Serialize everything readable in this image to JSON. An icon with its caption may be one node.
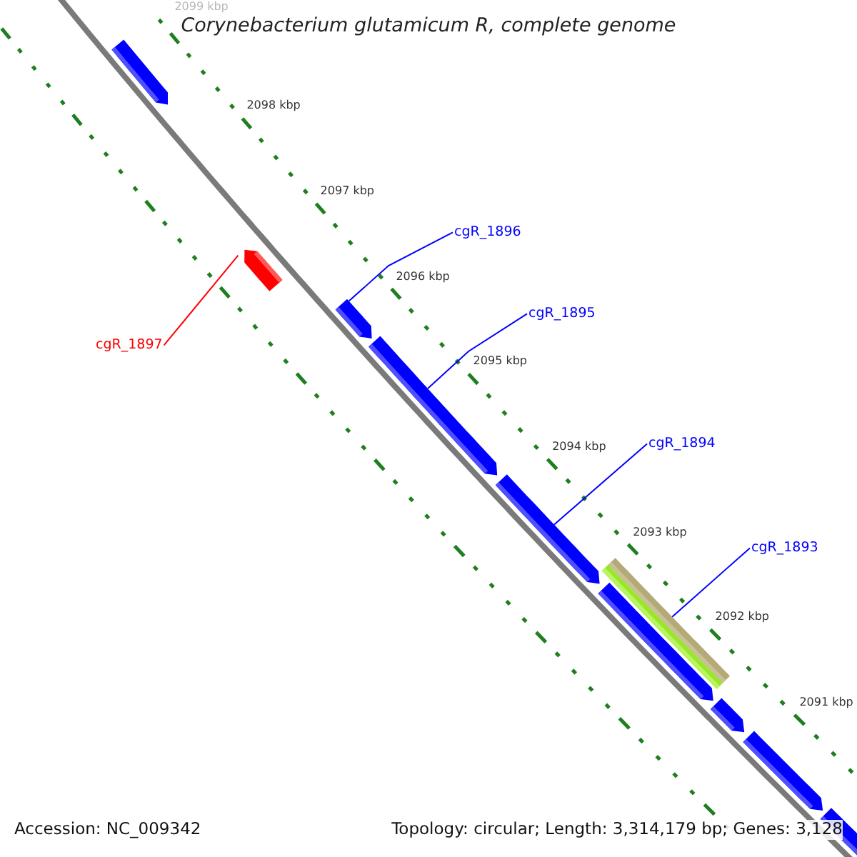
{
  "diagram": {
    "title": "Corynebacterium glutamicum R, complete genome",
    "nodes": [
      {
        "text": [],
        "shape": "pentagon"
      },
      {
        "text": [],
        "shape": "pentagon"
      },
      {
        "text": [
          "cgR_1897"
        ]
      },
      {
        "text": [
          "cgR_1896"
        ]
      },
      {
        "text": [],
        "shape": "pentagon"
      },
      {
        "text": [
          "cgR_1895"
        ]
      },
      {
        "text": [],
        "shape": "pentagon"
      },
      {
        "text": [
          "cgR_1894"
        ]
      },
      {
        "text": [],
        "shape": "pentagon"
      },
      {
        "text": [
          "cgR_1893"
        ]
      },
      {
        "text": [],
        "shape": "bar"
      },
      {
        "text": [],
        "shape": "bar"
      },
      {
        "text": [],
        "shape": "pentagon"
      },
      {
        "text": [],
        "shape": "pentagon"
      },
      {
        "text": [],
        "shape": "pentagon"
      },
      {
        "text": [],
        "shape": "pentagon"
      }
    ],
    "edges": [
      {
        "from": 2,
        "to": 1,
        "arrow": "none",
        "color": "#ff0000"
      },
      {
        "from": 3,
        "to": 4,
        "arrow": "none"
      },
      {
        "from": 5,
        "to": 6,
        "arrow": "none"
      },
      {
        "from": 7,
        "to": 8,
        "arrow": "none"
      },
      {
        "from": 9,
        "to": 10,
        "arrow": "none"
      }
    ],
    "labels": [
      "2099 kbp",
      "2098 kbp",
      "2097 kbp",
      "2096 kbp",
      "2095 kbp",
      "2094 kbp",
      "2093 kbp",
      "2092 kbp",
      "2091 kbp",
      "Accession: NC_009342",
      "Topology: circular; Length: 3,314,179 bp; Genes: 3,128"
    ]
  }
}
